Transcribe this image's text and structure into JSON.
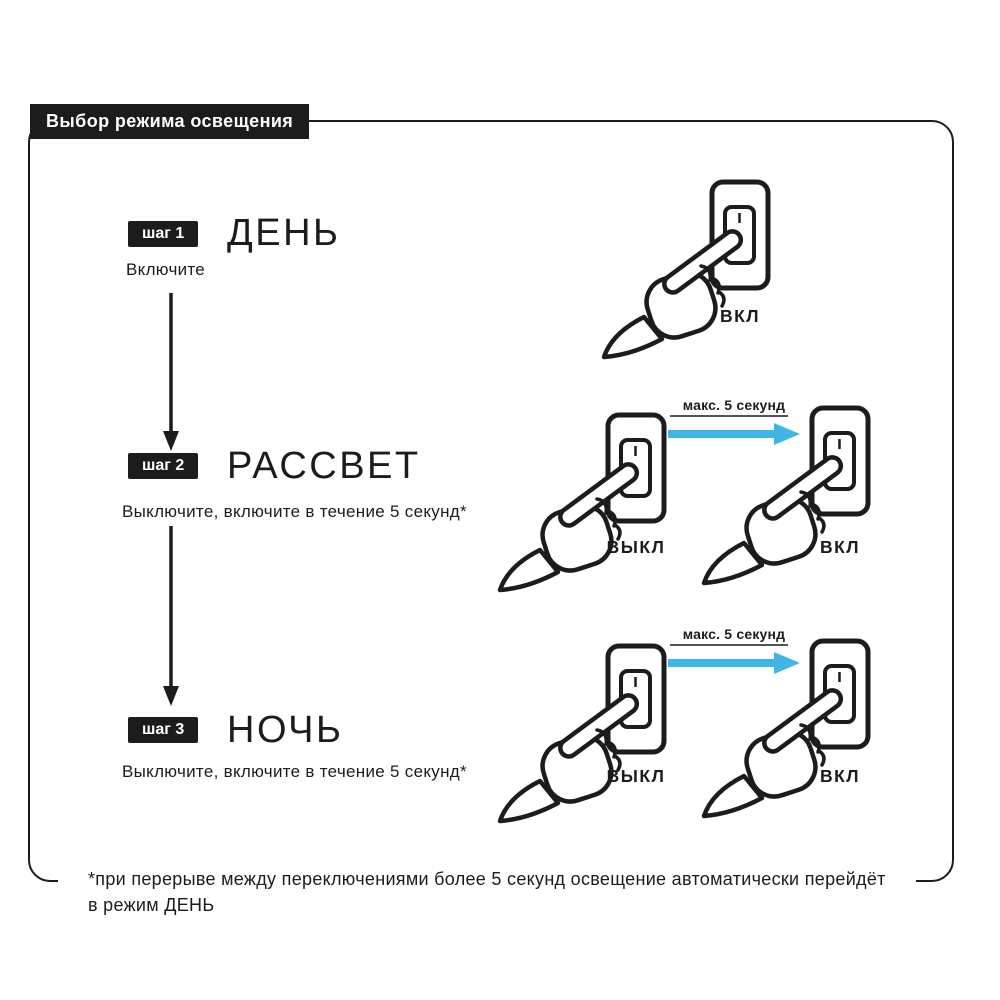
{
  "title": "Выбор режима освещения",
  "steps": [
    {
      "badge": "шаг 1",
      "name": "ДЕНЬ",
      "instruction": "Включите",
      "switches": [
        {
          "label": "ВКЛ"
        }
      ]
    },
    {
      "badge": "шаг 2",
      "name": "РАССВЕТ",
      "instruction": "Выключите, включите в течение 5 секунд*",
      "arrow_label": "макс. 5 секунд",
      "switches": [
        {
          "label": "ВЫКЛ"
        },
        {
          "label": "ВКЛ"
        }
      ]
    },
    {
      "badge": "шаг 3",
      "name": "НОЧЬ",
      "instruction": "Выключите, включите в течение 5 секунд*",
      "arrow_label": "макс. 5 секунд",
      "switches": [
        {
          "label": "ВЫКЛ"
        },
        {
          "label": "ВКЛ"
        }
      ]
    }
  ],
  "footnote": {
    "line1": "*при перерыве между переключениями более 5 секунд освещение автоматически перейдёт",
    "line2": "в режим ДЕНЬ"
  },
  "colors": {
    "ink": "#1c1c1c",
    "accent_blue": "#41b6e6",
    "background": "#ffffff"
  },
  "icons": {
    "pointing_hand": "☛",
    "rocker_switch": "⏻",
    "down_arrow": "↓",
    "right_arrow": "→"
  }
}
